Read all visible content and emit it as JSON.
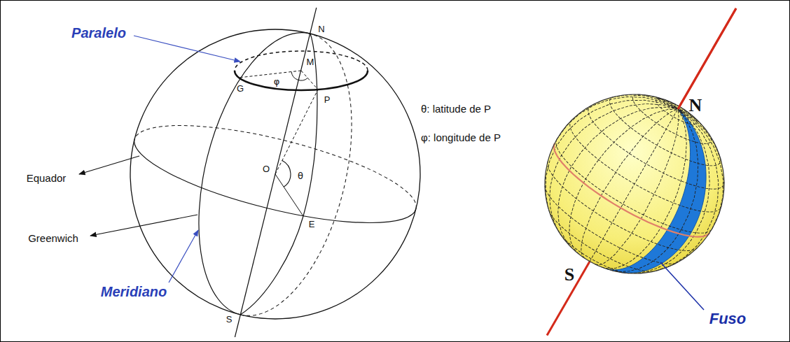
{
  "diagram": {
    "labels": [
      "Paralelo",
      "N",
      "M",
      "G",
      "φ",
      "P",
      "O",
      "θ",
      "Equador",
      "E",
      "Greenwich",
      "Meridiano",
      "S",
      "θ: latitude de P",
      "φ: longitude de P",
      "N",
      "S",
      "Fuso"
    ]
  }
}
